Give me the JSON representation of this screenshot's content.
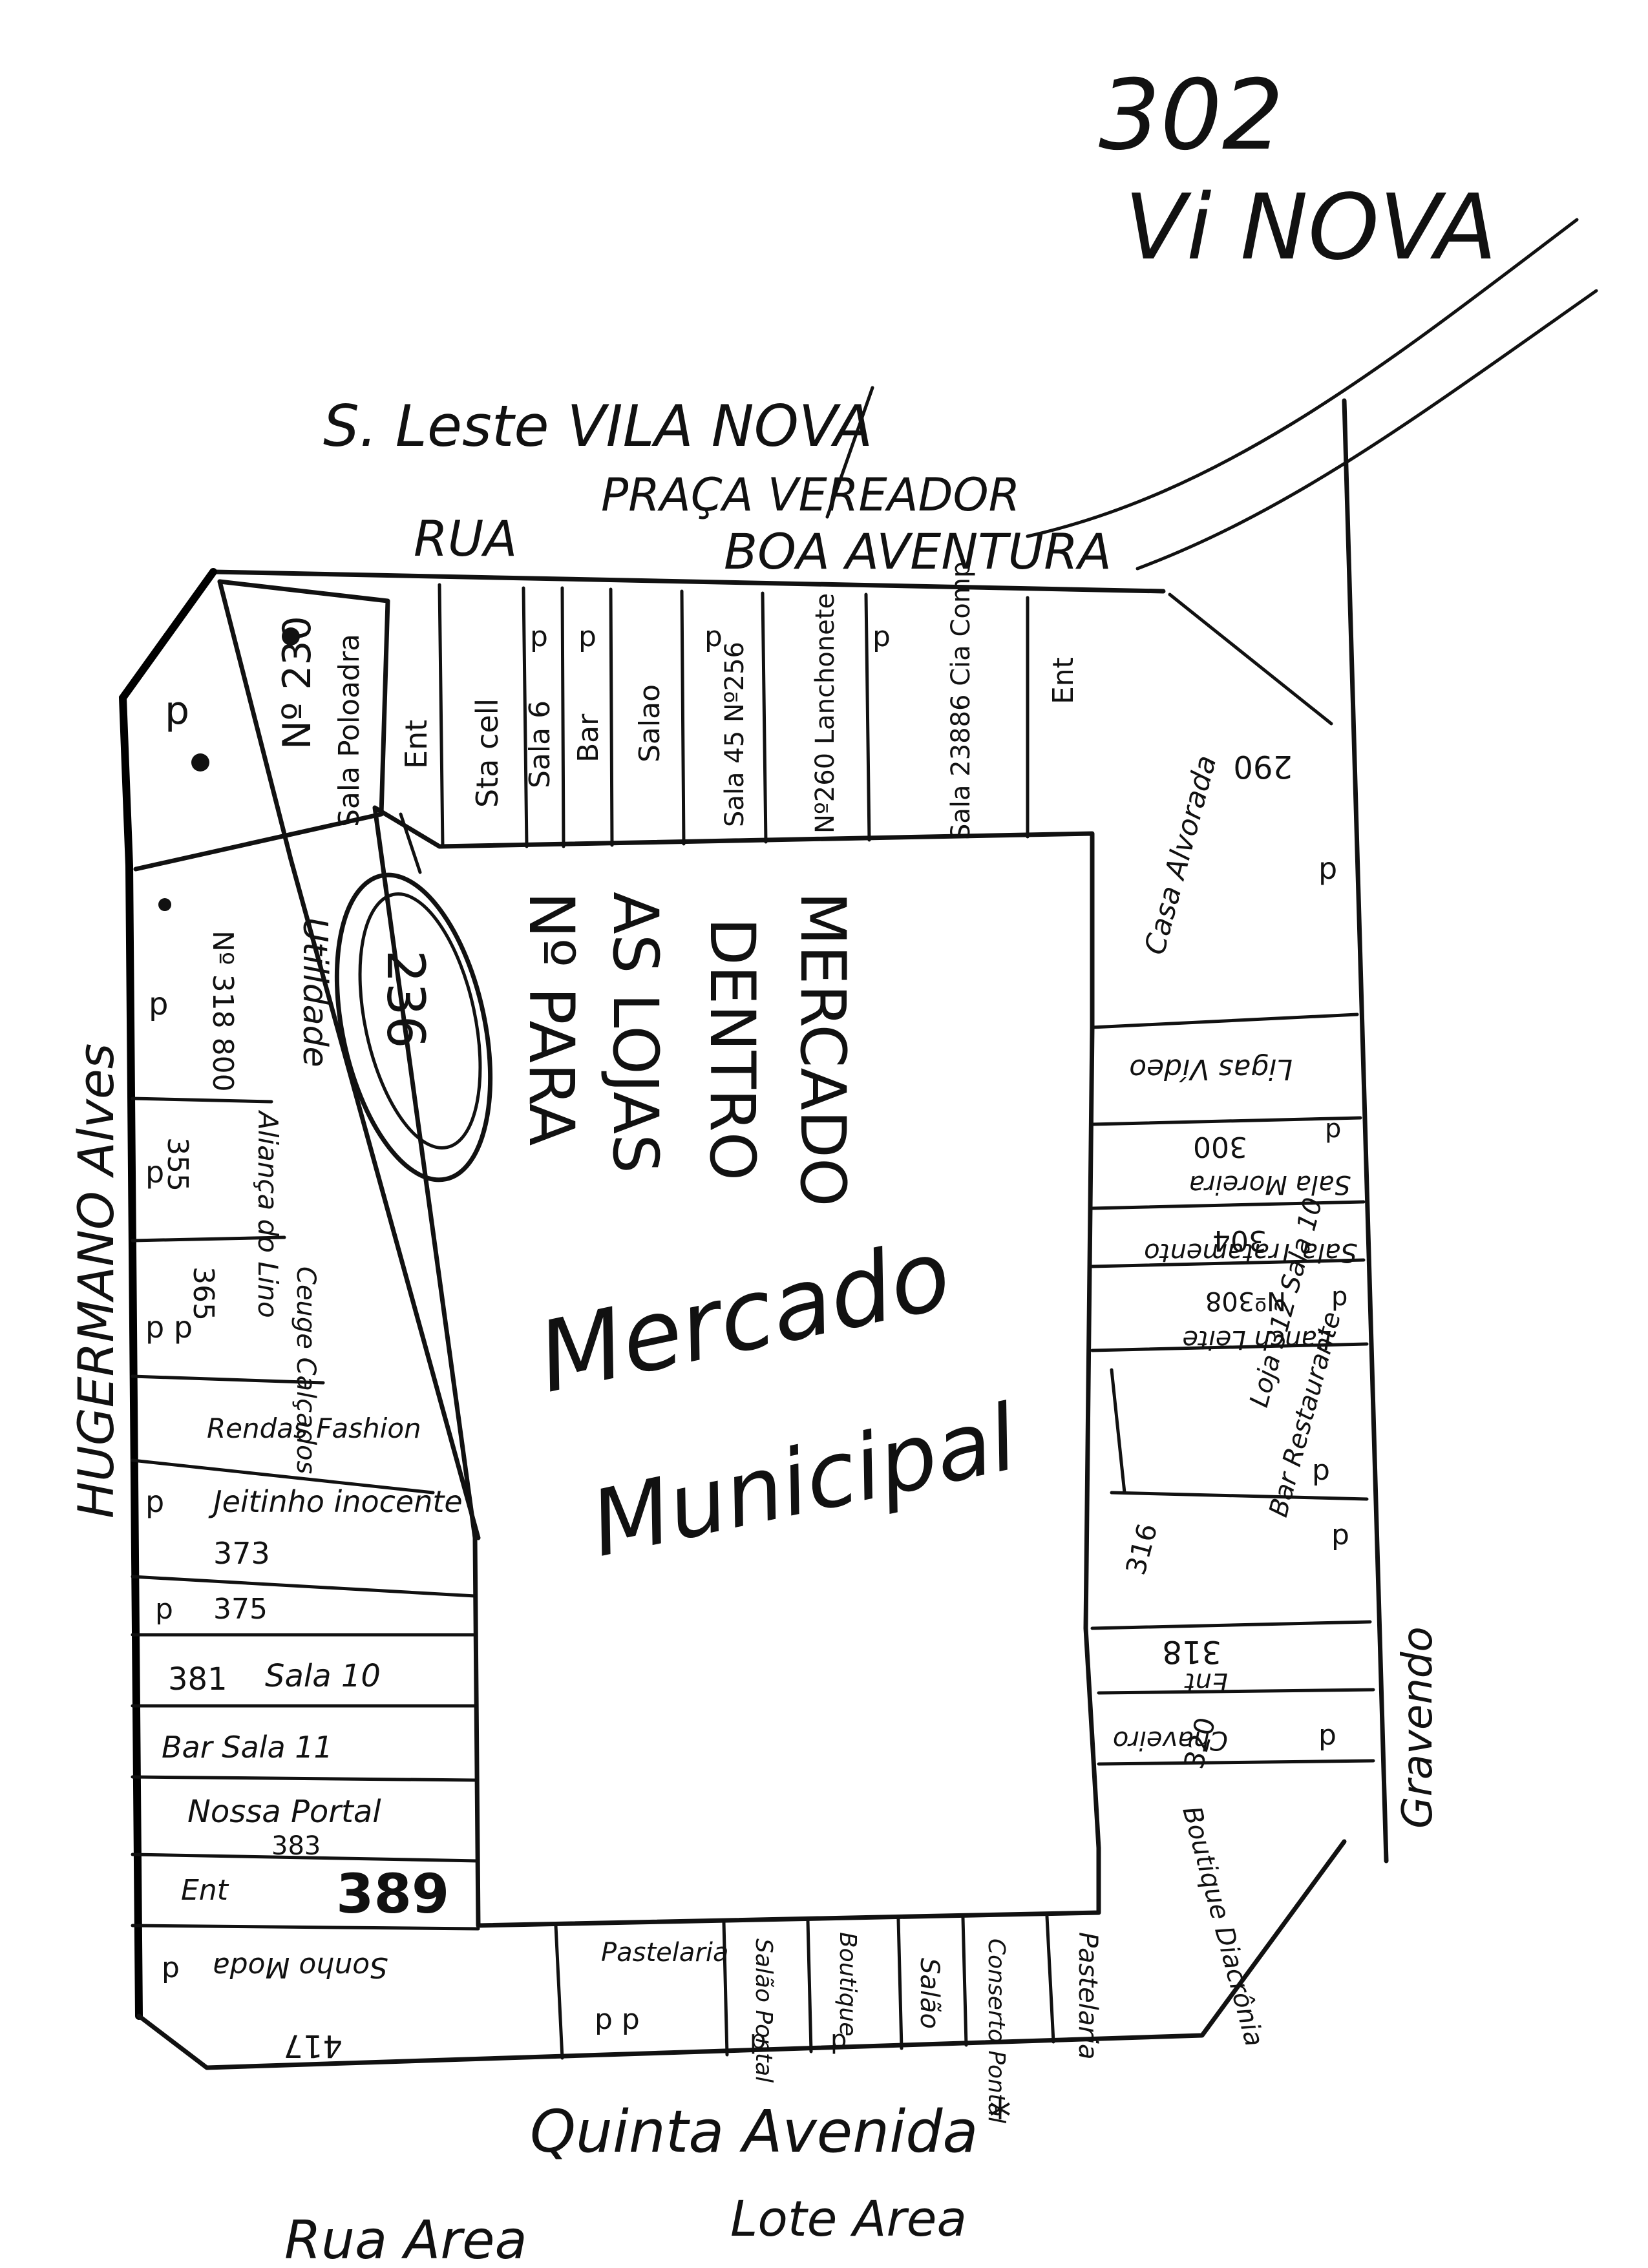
{
  "header": {
    "number": "302",
    "place": "Vi NOVA"
  },
  "streets": {
    "top_line": "S. Leste VILA NOVA",
    "praca": "PRAÇA VEREADOR",
    "rua": "RUA",
    "boa": "BOA AVENTURA",
    "left": "HUGERMANO Alves",
    "right": "Gravendo",
    "bottom1": "Quinta Avenida",
    "bottom2": "Lote Area",
    "bottom3": "Rua Area"
  },
  "center": {
    "line1": "Nº PARA",
    "line2": "AS LOJAS",
    "line3": "DENTRO",
    "line4": "MERCADO",
    "oval_number": "236",
    "market1": "Mercado",
    "market2": "Municipal"
  },
  "top_stalls": [
    {
      "label": "Ent"
    },
    {
      "label": "Sta cell"
    },
    {
      "label": "Sala 6",
      "p": "p"
    },
    {
      "label": "Bar",
      "p": "p"
    },
    {
      "label": "Salao"
    },
    {
      "label": "Sala 45 Nº256",
      "p": "p"
    },
    {
      "label": "Nº260 Lanchonete",
      "p": "p"
    },
    {
      "label": "Sala 23886 Cia Comp"
    },
    {
      "label": "Ent"
    }
  ],
  "corner": {
    "label1": "Nº 230",
    "label2": "Sala Poloadra",
    "p": "p"
  },
  "left_stalls": [
    {
      "label": "Utilidade",
      "num": "Nº 318 800",
      "p": "p"
    },
    {
      "label": "Aliança do Lino",
      "num": "355",
      "p": "p"
    },
    {
      "label": "Ceuge Calçados",
      "num": "365",
      "p": "p p"
    },
    {
      "label": "Rendas Fashion",
      "num": ""
    },
    {
      "label": "Jeitinho inocente",
      "num": "373",
      "p": "p"
    },
    {
      "label": "",
      "num": "375",
      "p": "p"
    },
    {
      "label": "Sala 10",
      "num": "381"
    },
    {
      "label": "Bar Sala 11",
      "num": ""
    },
    {
      "label": "Nossa Portal",
      "num": "383"
    },
    {
      "label": "Ent",
      "num": "389"
    }
  ],
  "bottom_stalls": [
    {
      "label": "Sonho Moda",
      "num": "417",
      "p": "p"
    },
    {
      "label": "Pastelaria",
      "p": "p p"
    },
    {
      "label": "Salão Pontal",
      "p": "p"
    },
    {
      "label": "Boutique",
      "p": "p"
    },
    {
      "label": "Salão"
    },
    {
      "label": "Conserto Pontal"
    },
    {
      "label": "Pastelaria"
    }
  ],
  "right_stalls": [
    {
      "label": "Casa Alvorada",
      "num": "290",
      "p": "p"
    },
    {
      "label": "Ligas Vídeo",
      "num": ""
    },
    {
      "label": "Sala Moreira",
      "num": "300",
      "p": "p"
    },
    {
      "label": "Sala Tratamento",
      "num": "304"
    },
    {
      "label": "Lanch Leite",
      "num": "Nº308",
      "p": "p"
    },
    {
      "label": "Loja 312 Sala 10",
      "num": "",
      "p": "p"
    },
    {
      "label": "Bar Restaurante",
      "num": "316",
      "p": "p"
    },
    {
      "label": "Ent",
      "num": "318"
    },
    {
      "label": "Chaveiro",
      "num": "320",
      "p": "p"
    },
    {
      "label": "Boutique Diacrônia",
      "num": ""
    }
  ]
}
